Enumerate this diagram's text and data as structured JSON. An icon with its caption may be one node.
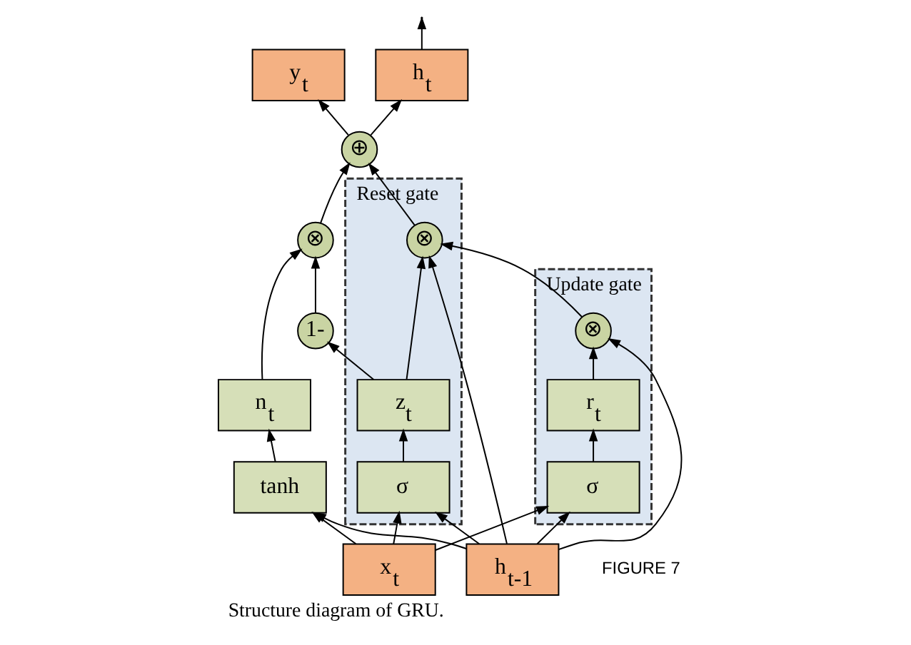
{
  "diagram": {
    "caption": "Structure diagram of GRU.",
    "nodes": [
      {
        "text": [
          "Update gate"
        ]
      },
      {
        "text": [
          "Reset gate"
        ]
      },
      {
        "text": [
          "h$_{t-1}$"
        ]
      },
      {
        "text": [
          "⊗"
        ],
        "in": 0
      },
      {
        "text": [
          "r$_{t}$"
        ],
        "in": 0
      },
      {
        "text": [
          "σ"
        ],
        "in": 0
      },
      {
        "text": [
          "⊗"
        ],
        "in": 1
      },
      {
        "text": [
          "z$_{t}$"
        ],
        "in": 1
      },
      {
        "text": [
          "σ"
        ],
        "in": 1
      },
      {
        "text": [
          "1-"
        ]
      },
      {
        "text": [
          "⊗"
        ]
      },
      {
        "text": [
          "n$_{t}$"
        ]
      },
      {
        "text": [
          "tanh"
        ]
      },
      {
        "text": [
          "⊕"
        ]
      },
      {
        "text": [
          "y$_{t}$"
        ]
      },
      {
        "text": [
          "h$_{t}$"
        ]
      },
      {
        "text": [
          "x$_{t}$"
        ]
      }
    ],
    "edges": [
      {
        "from": 2,
        "to": 3,
        "arrow": "to"
      },
      {
        "from": 2,
        "to": 6,
        "arrow": "to"
      },
      {
        "from": 3,
        "to": 6,
        "arrow": "to"
      },
      {
        "from": 2,
        "to": 5,
        "arrow": "to"
      },
      {
        "from": 2,
        "to": 8,
        "arrow": "to"
      },
      {
        "from": 2,
        "to": 12,
        "arrow": "to"
      },
      {
        "from": 16,
        "to": 5,
        "arrow": "to"
      },
      {
        "from": 16,
        "to": 8,
        "arrow": "to"
      },
      {
        "from": 16,
        "to": 12,
        "arrow": "to"
      },
      {
        "from": 5,
        "to": 4,
        "arrow": "to"
      },
      {
        "from": 4,
        "to": 3,
        "arrow": "to"
      },
      {
        "from": 8,
        "to": 7,
        "arrow": "to"
      },
      {
        "from": 7,
        "to": 6,
        "arrow": "to"
      },
      {
        "from": 7,
        "to": 9,
        "arrow": "to"
      },
      {
        "from": 9,
        "to": 10,
        "arrow": "to"
      },
      {
        "from": 12,
        "to": 11,
        "arrow": "to"
      },
      {
        "from": 11,
        "to": 10,
        "arrow": "to"
      },
      {
        "from": 6,
        "to": 13,
        "arrow": "to"
      },
      {
        "from": 10,
        "to": 13,
        "arrow": "to"
      },
      {
        "from": 13,
        "to": 14,
        "arrow": "to"
      },
      {
        "from": 13,
        "to": 15,
        "arrow": "to"
      },
      {
        "from": 15,
        "to": null,
        "arrow": "to"
      }
    ],
    "labels": [
      "FIGURE 7"
    ]
  }
}
